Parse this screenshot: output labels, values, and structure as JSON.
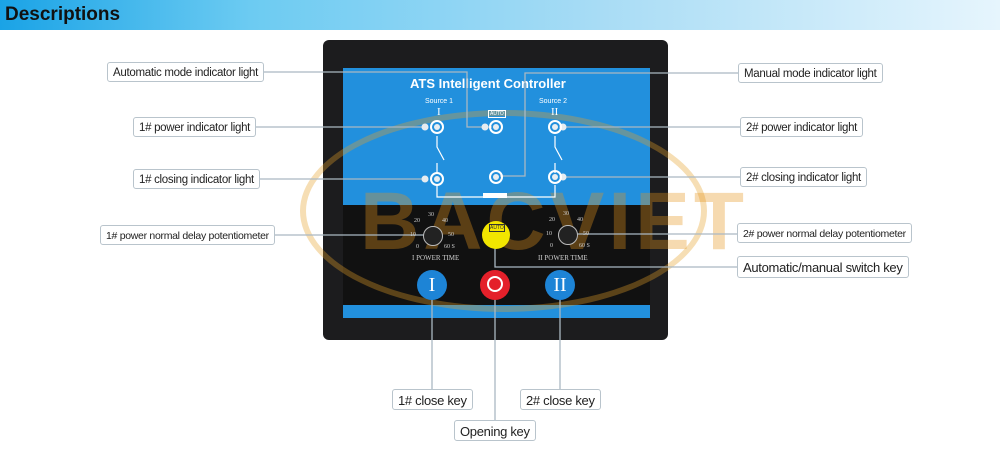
{
  "header": {
    "title": "Descriptions"
  },
  "device": {
    "title": "ATS Intelligent Controller",
    "source1": "Source 1",
    "source2": "Source 2",
    "roman1": "I",
    "roman2": "II",
    "auto_badge": "AUTO",
    "power_time_1": "I POWER TIME",
    "power_time_2": "II POWER TIME",
    "dial_ticks": [
      "0",
      "10",
      "20",
      "30",
      "40",
      "50",
      "60 S"
    ],
    "key_1": "I",
    "key_2": "II",
    "watermark": "BACVIET"
  },
  "labels": {
    "auto_mode": "Automatic mode indicator light",
    "manual_mode": "Manual mode indicator light",
    "power1": "1# power indicator light",
    "power2": "2# power indicator light",
    "closing1": "1# closing indicator light",
    "closing2": "2# closing indicator light",
    "pot1": "1# power normal delay potentiometer",
    "pot2": "2# power normal delay potentiometer",
    "switch_key": "Automatic/manual switch key",
    "close1": "1# close key",
    "close2": "2# close key",
    "opening": "Opening key"
  }
}
